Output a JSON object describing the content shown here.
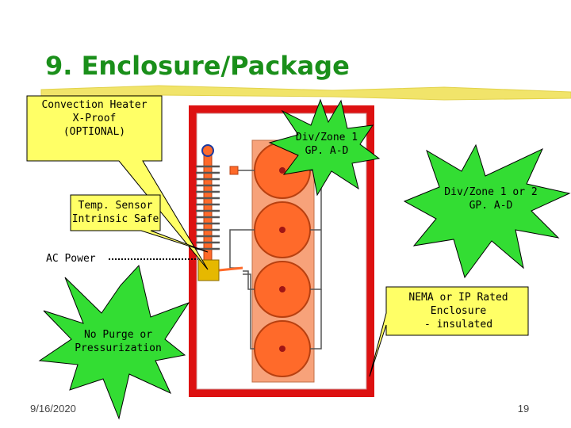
{
  "slide": {
    "title": "9.  Enclosure/Package",
    "date": "9/16/2020",
    "page_number": "19"
  },
  "callouts": {
    "heater": "Convection Heater\nX-Proof\n(OPTIONAL)",
    "temp_sensor": "Temp. Sensor\nIntrinsic Safe",
    "ac_power": "AC Power",
    "no_purge": "No Purge or\nPressurization",
    "div_zone_1": "Div/Zone 1\nGP. A-D",
    "div_zone_1_or_2": "Div/Zone 1 or 2\nGP. A-D",
    "nema": "NEMA or IP Rated\nEnclosure\n- insulated"
  },
  "colors": {
    "title_green": "#1a8f1a",
    "callout_yellow": "#ffff66",
    "starburst_green": "#33dd33",
    "enclosure_red": "#dd1111",
    "motor_orange": "#ff6a2a",
    "backplate_salmon": "#f7a27a",
    "heater_gold": "#e6b800"
  }
}
